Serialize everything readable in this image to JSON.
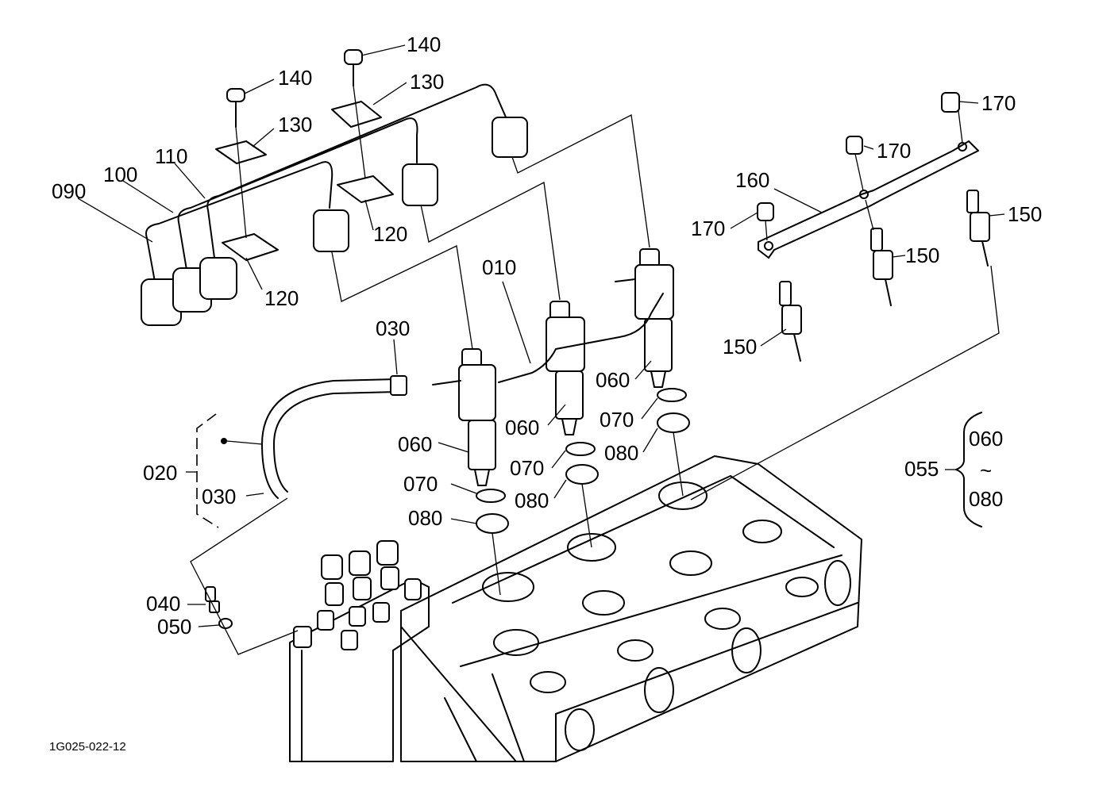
{
  "diagram": {
    "reference_code": "1G025-022-12",
    "callouts": [
      {
        "id": "c140a",
        "label": "140"
      },
      {
        "id": "c140b",
        "label": "140"
      },
      {
        "id": "c130a",
        "label": "130"
      },
      {
        "id": "c130b",
        "label": "130"
      },
      {
        "id": "c110",
        "label": "110"
      },
      {
        "id": "c100",
        "label": "100"
      },
      {
        "id": "c090",
        "label": "090"
      },
      {
        "id": "c120a",
        "label": "120"
      },
      {
        "id": "c120b",
        "label": "120"
      },
      {
        "id": "c010",
        "label": "010"
      },
      {
        "id": "c030a",
        "label": "030"
      },
      {
        "id": "c030b",
        "label": "030"
      },
      {
        "id": "c020",
        "label": "020"
      },
      {
        "id": "c060a",
        "label": "060"
      },
      {
        "id": "c060b",
        "label": "060"
      },
      {
        "id": "c060c",
        "label": "060"
      },
      {
        "id": "c070a",
        "label": "070"
      },
      {
        "id": "c070b",
        "label": "070"
      },
      {
        "id": "c070c",
        "label": "070"
      },
      {
        "id": "c080a",
        "label": "080"
      },
      {
        "id": "c080b",
        "label": "080"
      },
      {
        "id": "c080c",
        "label": "080"
      },
      {
        "id": "c040",
        "label": "040"
      },
      {
        "id": "c050",
        "label": "050"
      },
      {
        "id": "c160",
        "label": "160"
      },
      {
        "id": "c170a",
        "label": "170"
      },
      {
        "id": "c170b",
        "label": "170"
      },
      {
        "id": "c170c",
        "label": "170"
      },
      {
        "id": "c150a",
        "label": "150"
      },
      {
        "id": "c150b",
        "label": "150"
      },
      {
        "id": "c150c",
        "label": "150"
      }
    ],
    "kit": {
      "label": "055",
      "range_from": "060",
      "range_symbol": "~",
      "range_to": "080"
    }
  }
}
